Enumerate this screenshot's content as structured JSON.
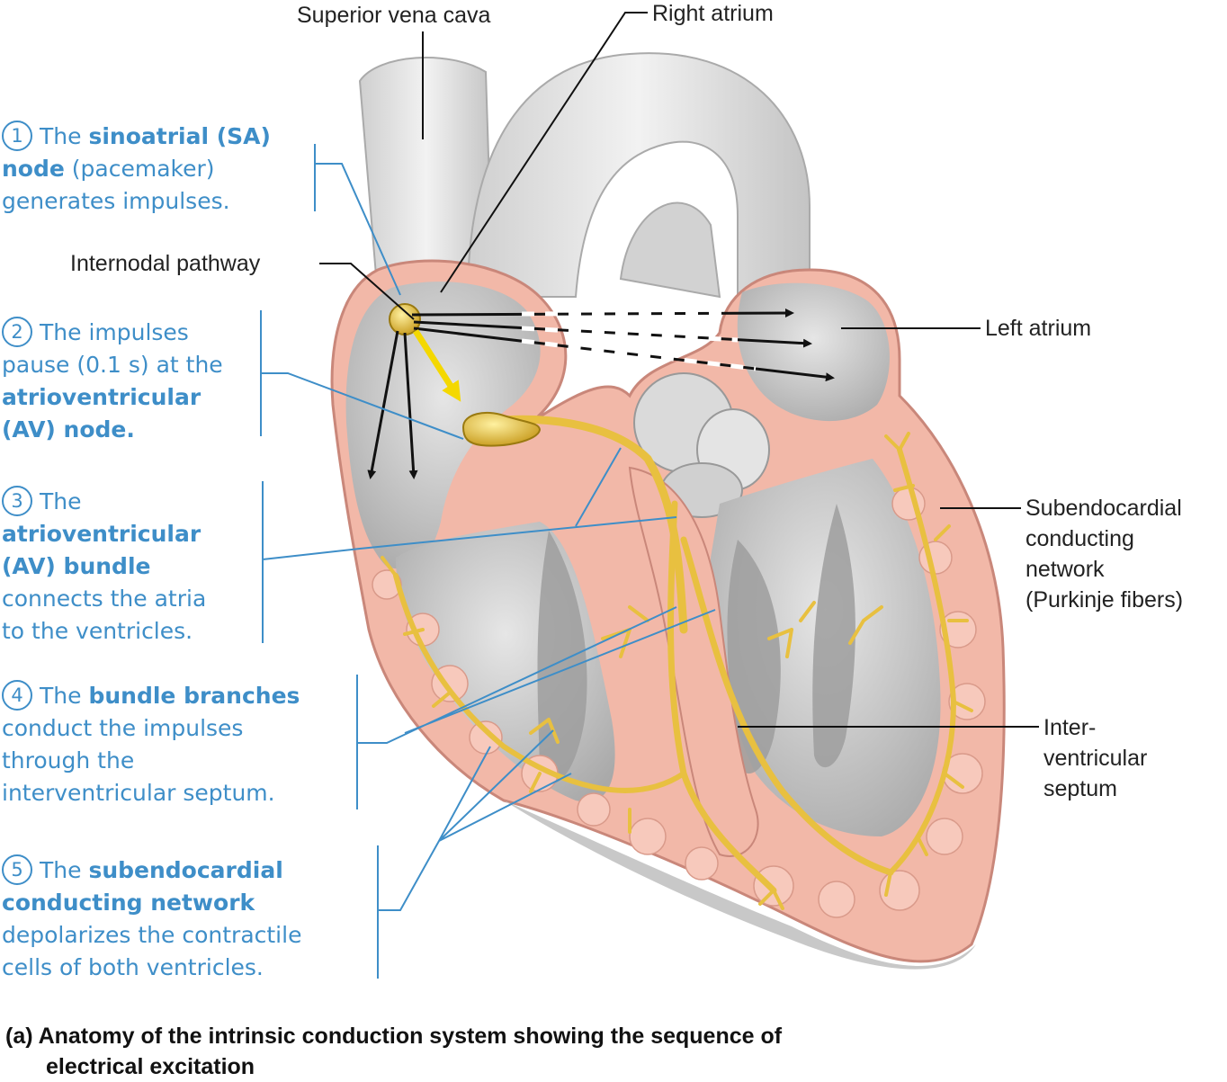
{
  "labels": {
    "superior_vena_cava": "Superior vena cava",
    "right_atrium": "Right atrium",
    "internodal_pathway": "Internodal pathway",
    "left_atrium": "Left atrium",
    "subendocardial": [
      "Subendocardial",
      "conducting",
      "network",
      "(Purkinje fibers)"
    ],
    "interventricular": [
      "Inter-",
      "ventricular",
      "septum"
    ]
  },
  "steps": [
    {
      "number": "1",
      "lines": [
        [
          "The ",
          "sinoatrial (SA)"
        ],
        [
          "node",
          " (pacemaker)"
        ],
        [
          "generates impulses."
        ]
      ]
    },
    {
      "number": "2",
      "lines": [
        [
          "The impulses"
        ],
        [
          "pause (0.1 s) at the"
        ],
        [
          "",
          "atrioventricular"
        ],
        [
          "",
          "(AV) node."
        ]
      ]
    },
    {
      "number": "3",
      "lines": [
        [
          "The"
        ],
        [
          "",
          "atrioventricular"
        ],
        [
          "",
          "(AV) bundle"
        ],
        [
          "connects the atria"
        ],
        [
          "to the ventricles."
        ]
      ]
    },
    {
      "number": "4",
      "lines": [
        [
          "The ",
          "bundle branches"
        ],
        [
          "conduct the impulses"
        ],
        [
          "through the"
        ],
        [
          "interventricular septum."
        ]
      ]
    },
    {
      "number": "5",
      "lines": [
        [
          "The ",
          "subendocardial"
        ],
        [
          "",
          "conducting network"
        ],
        [
          "depolarizes the contractile"
        ],
        [
          "cells of both ventricles."
        ]
      ]
    }
  ],
  "caption": {
    "line1": "(a) Anatomy of the intrinsic conduction system showing the sequence of",
    "line2": "electrical excitation"
  },
  "colors": {
    "step_text": "#3e8ec8",
    "conduction": "#e8c040",
    "myocardium": "#f2b8a8",
    "chamber": "#d6d6d6"
  }
}
